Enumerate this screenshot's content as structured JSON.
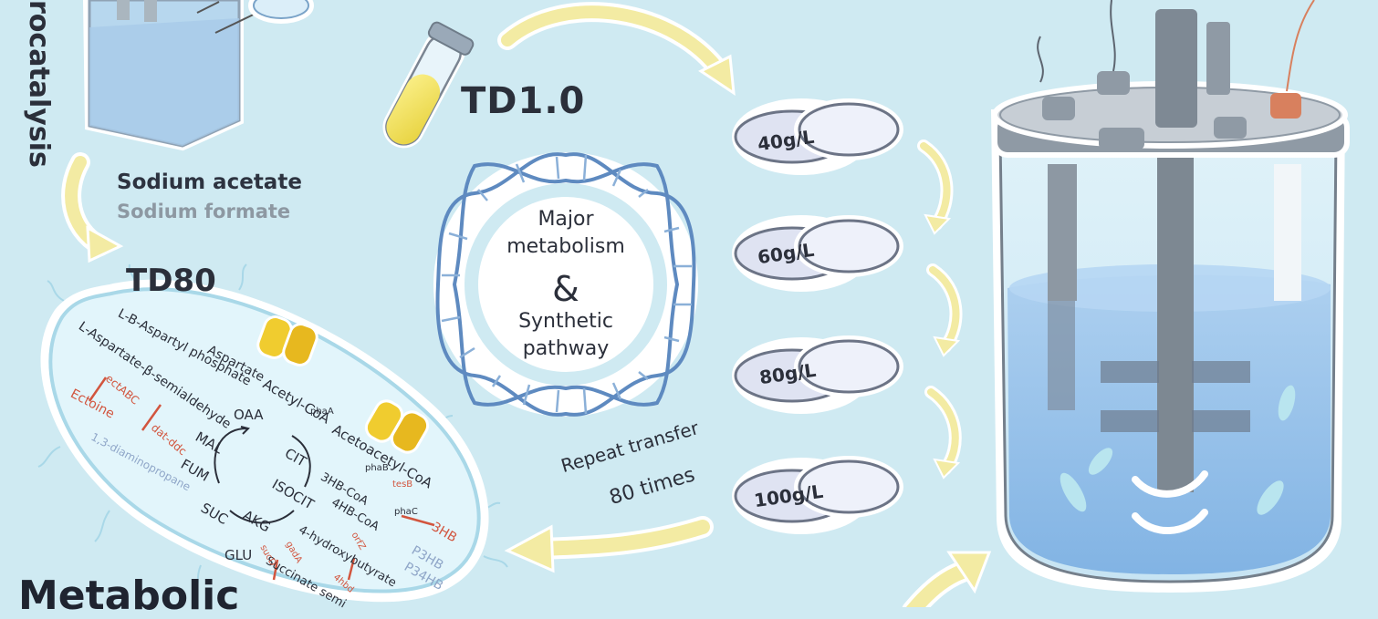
{
  "labels": {
    "side_word": "rocatalysis",
    "sodium_acetate": "Sodium acetate",
    "sodium_formate": "Sodium formate",
    "td10": "TD1.0",
    "td80": "TD80",
    "center_line1": "Major",
    "center_line2": "metabolism",
    "center_line3": "&",
    "center_line4": "Synthetic",
    "center_line5": "pathway",
    "repeat_line1": "Repeat transfer",
    "repeat_line2": "80 times",
    "metabolic_partial": "Metabolic"
  },
  "plates": [
    "40g/L",
    "60g/L",
    "80g/L",
    "100g/L"
  ],
  "pathway": {
    "metabolites": {
      "l_aspartyl_phosphate": "L-B-Aspartyl phosphate",
      "l_aspartate_semialdehyde": "L-Aspartate-β-semialdehyde",
      "aspartate": "Aspartate",
      "ectoine": "Ectoine",
      "diaminopropane": "1,3-diaminopropane",
      "oaa": "OAA",
      "mal": "MAL",
      "fum": "FUM",
      "suc": "SUC",
      "akg": "AKG",
      "glu": "GLU",
      "cit": "CIT",
      "isocit": "ISOCIT",
      "acetyl_coa": "Acetyl-CoA",
      "acetoacetyl_coa": "Acetoacetyl-CoA",
      "hb3_coa": "3HB-CoA",
      "hb4_coa": "4HB-CoA",
      "hydroxybutyrate": "4-hydroxybutyrate",
      "succinate_semi": "Succinate semi",
      "hb3": "3HB",
      "p3hb": "P3HB",
      "p34hb": "P34HB"
    },
    "enzymes": {
      "ectabc": "ectABC",
      "dat_ddc": "dat-ddc",
      "phaa": "phaA",
      "phab": "phaB",
      "phac": "phaC",
      "tesb": "tesB",
      "orfz": "orfZ",
      "sucd": "sucD",
      "gada": "gadA",
      "sucd_short": "sucD",
      "4hbd": "4hbd"
    }
  },
  "colors": {
    "background": "#cfeaf2",
    "arrow": "#f3eba3",
    "dna": "#5e8ac0",
    "cell_fill": "#e2f5fb",
    "cell_stroke": "#a9d8e8",
    "transporter": "#f0cc2f",
    "tube_liquid": "#f6e55c",
    "reactor_liquid": "#8db9e3",
    "red_text": "#d2553e",
    "blue_text": "#8fa6c8"
  }
}
